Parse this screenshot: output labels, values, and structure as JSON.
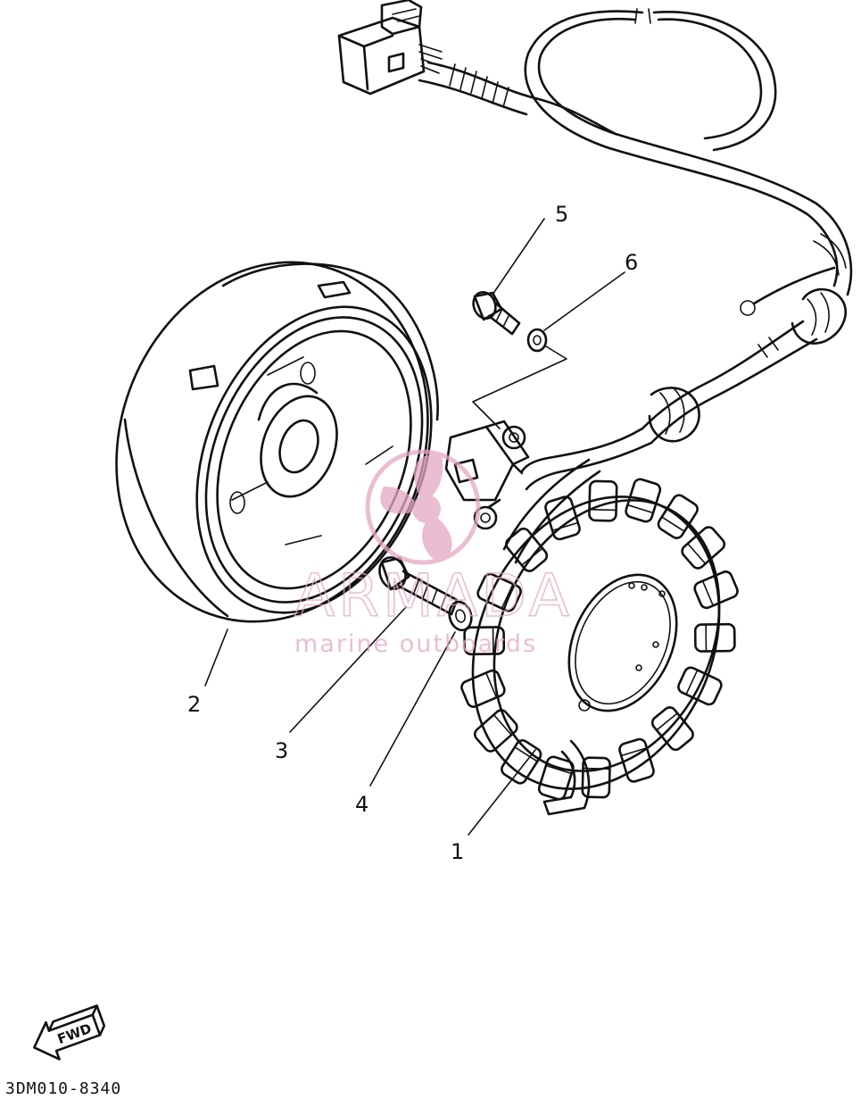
{
  "callouts": [
    {
      "number": "1",
      "part": "stator"
    },
    {
      "number": "2",
      "part": "rotor"
    },
    {
      "number": "3",
      "part": "bolt"
    },
    {
      "number": "4",
      "part": "washer"
    },
    {
      "number": "5",
      "part": "screw"
    },
    {
      "number": "6",
      "part": "washer"
    }
  ],
  "forward_arrow": {
    "label": "FWD"
  },
  "drawing_code": "3DM010-8340",
  "watermark": {
    "brand": "ARMADA",
    "tagline": "marine outboards",
    "color": "#e5a7c4"
  }
}
